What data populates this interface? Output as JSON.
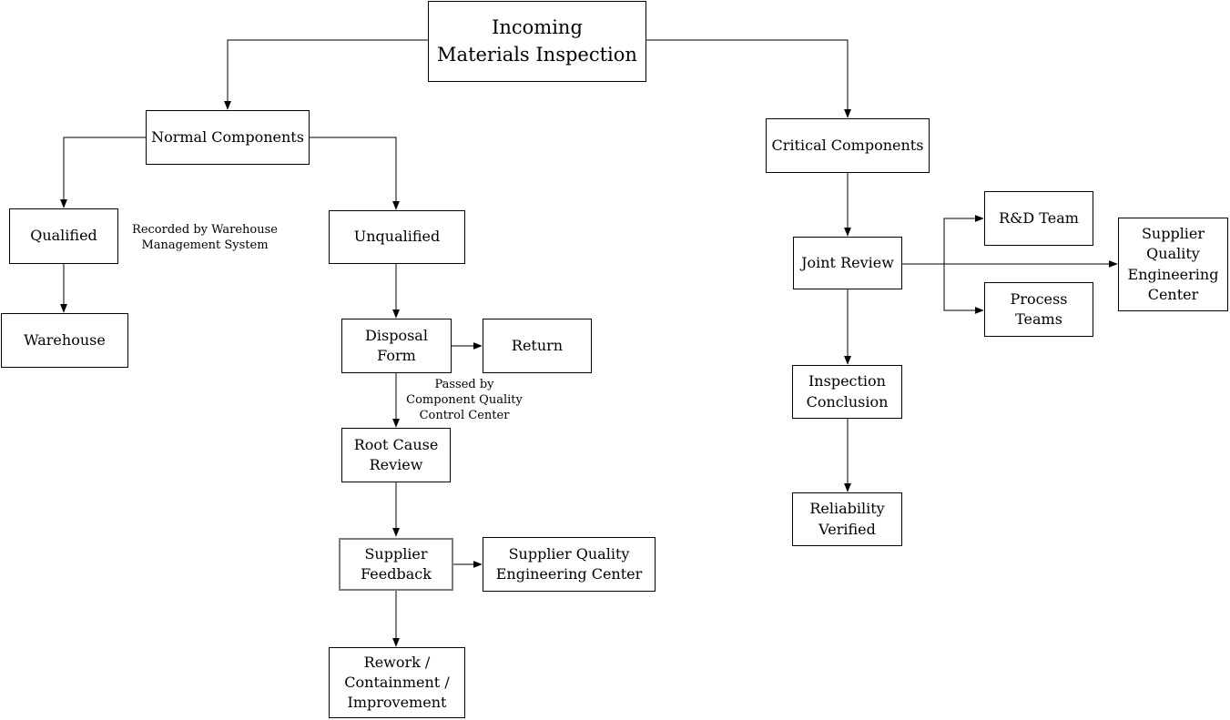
{
  "diagram": {
    "nodes": {
      "title": {
        "label": "Incoming\nMaterials Inspection"
      },
      "normal_components": {
        "label": "Normal Components"
      },
      "critical_components": {
        "label": "Critical Components"
      },
      "qualified": {
        "label": "Qualified"
      },
      "unqualified": {
        "label": "Unqualified"
      },
      "warehouse": {
        "label": "Warehouse"
      },
      "disposal_form": {
        "label": "Disposal\nForm"
      },
      "return": {
        "label": "Return"
      },
      "root_cause_review": {
        "label": "Root Cause\nReview"
      },
      "supplier_feedback": {
        "label": "Supplier\nFeedback"
      },
      "supplier_quality_engineering_center_mid": {
        "label": "Supplier Quality\nEngineering Center"
      },
      "rework_containment_improvement": {
        "label": "Rework /\nContainment /\nImprovement"
      },
      "joint_review": {
        "label": "Joint Review"
      },
      "rd_team": {
        "label": "R&D Team"
      },
      "process_teams": {
        "label": "Process\nTeams"
      },
      "supplier_quality_engineering_center_right": {
        "label": "Supplier\nQuality\nEngineering\nCenter"
      },
      "inspection_conclusion": {
        "label": "Inspection\nConclusion"
      },
      "reliability_verified": {
        "label": "Reliability\nVerified"
      }
    },
    "annotations": {
      "recorded_by": "Recorded by Warehouse\nManagement System",
      "passed_by": "Passed by\nComponent Quality\nControl Center"
    },
    "colors": {
      "line": "#000000",
      "box_border": "#000000",
      "highlight_border": "#7d7d7d",
      "background": "#ffffff",
      "text": "#000000"
    }
  }
}
